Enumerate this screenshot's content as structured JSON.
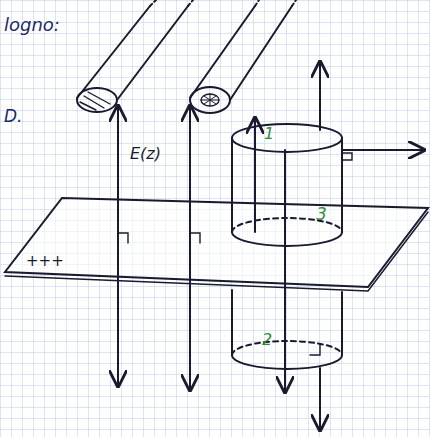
{
  "diagram": {
    "labels": [
      "logno:",
      "D.",
      "E(z)",
      "+++",
      "1",
      "3",
      "2"
    ]
  }
}
